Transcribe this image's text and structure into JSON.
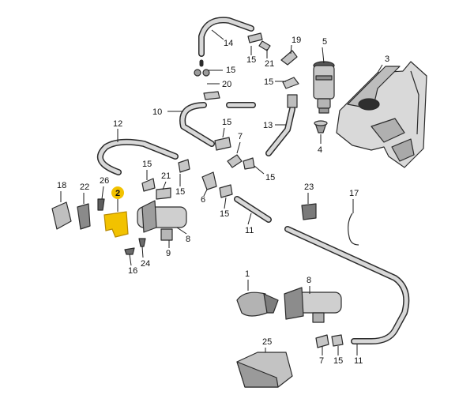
{
  "colors": {
    "highlight": "#f2c200",
    "highlight_stroke": "#b88a00",
    "part_fill": "#cfcfcf",
    "part_dark": "#6e6e6e"
  },
  "callouts": [
    {
      "id": "c14",
      "text": "14",
      "highlighted": false
    },
    {
      "id": "c19",
      "text": "19",
      "highlighted": false
    },
    {
      "id": "c5",
      "text": "5",
      "highlighted": false
    },
    {
      "id": "c3",
      "text": "3",
      "highlighted": false
    },
    {
      "id": "c15a",
      "text": "15",
      "highlighted": false
    },
    {
      "id": "c21a",
      "text": "21",
      "highlighted": false
    },
    {
      "id": "c15b",
      "text": "15",
      "highlighted": false
    },
    {
      "id": "c20",
      "text": "20",
      "highlighted": false
    },
    {
      "id": "c15c",
      "text": "15",
      "highlighted": false
    },
    {
      "id": "c10",
      "text": "10",
      "highlighted": false
    },
    {
      "id": "c13",
      "text": "13",
      "highlighted": false
    },
    {
      "id": "c4",
      "text": "4",
      "highlighted": false
    },
    {
      "id": "c12",
      "text": "12",
      "highlighted": false
    },
    {
      "id": "c15d",
      "text": "15",
      "highlighted": false
    },
    {
      "id": "c7a",
      "text": "7",
      "highlighted": false
    },
    {
      "id": "c15e",
      "text": "15",
      "highlighted": false
    },
    {
      "id": "c15f",
      "text": "15",
      "highlighted": false
    },
    {
      "id": "c21b",
      "text": "21",
      "highlighted": false
    },
    {
      "id": "c15g",
      "text": "15",
      "highlighted": false
    },
    {
      "id": "c6",
      "text": "6",
      "highlighted": false
    },
    {
      "id": "c18",
      "text": "18",
      "highlighted": false
    },
    {
      "id": "c22",
      "text": "22",
      "highlighted": false
    },
    {
      "id": "c26",
      "text": "26",
      "highlighted": false
    },
    {
      "id": "c2",
      "text": "2",
      "highlighted": true
    },
    {
      "id": "c23",
      "text": "23",
      "highlighted": false
    },
    {
      "id": "c17",
      "text": "17",
      "highlighted": false
    },
    {
      "id": "c15h",
      "text": "15",
      "highlighted": false
    },
    {
      "id": "c11a",
      "text": "11",
      "highlighted": false
    },
    {
      "id": "c8a",
      "text": "8",
      "highlighted": false
    },
    {
      "id": "c9",
      "text": "9",
      "highlighted": false
    },
    {
      "id": "c24",
      "text": "24",
      "highlighted": false
    },
    {
      "id": "c16",
      "text": "16",
      "highlighted": false
    },
    {
      "id": "c1",
      "text": "1",
      "highlighted": false
    },
    {
      "id": "c8b",
      "text": "8",
      "highlighted": false
    },
    {
      "id": "c25",
      "text": "25",
      "highlighted": false
    },
    {
      "id": "c7b",
      "text": "7",
      "highlighted": false
    },
    {
      "id": "c15i",
      "text": "15",
      "highlighted": false
    },
    {
      "id": "c11b",
      "text": "11",
      "highlighted": false
    }
  ]
}
